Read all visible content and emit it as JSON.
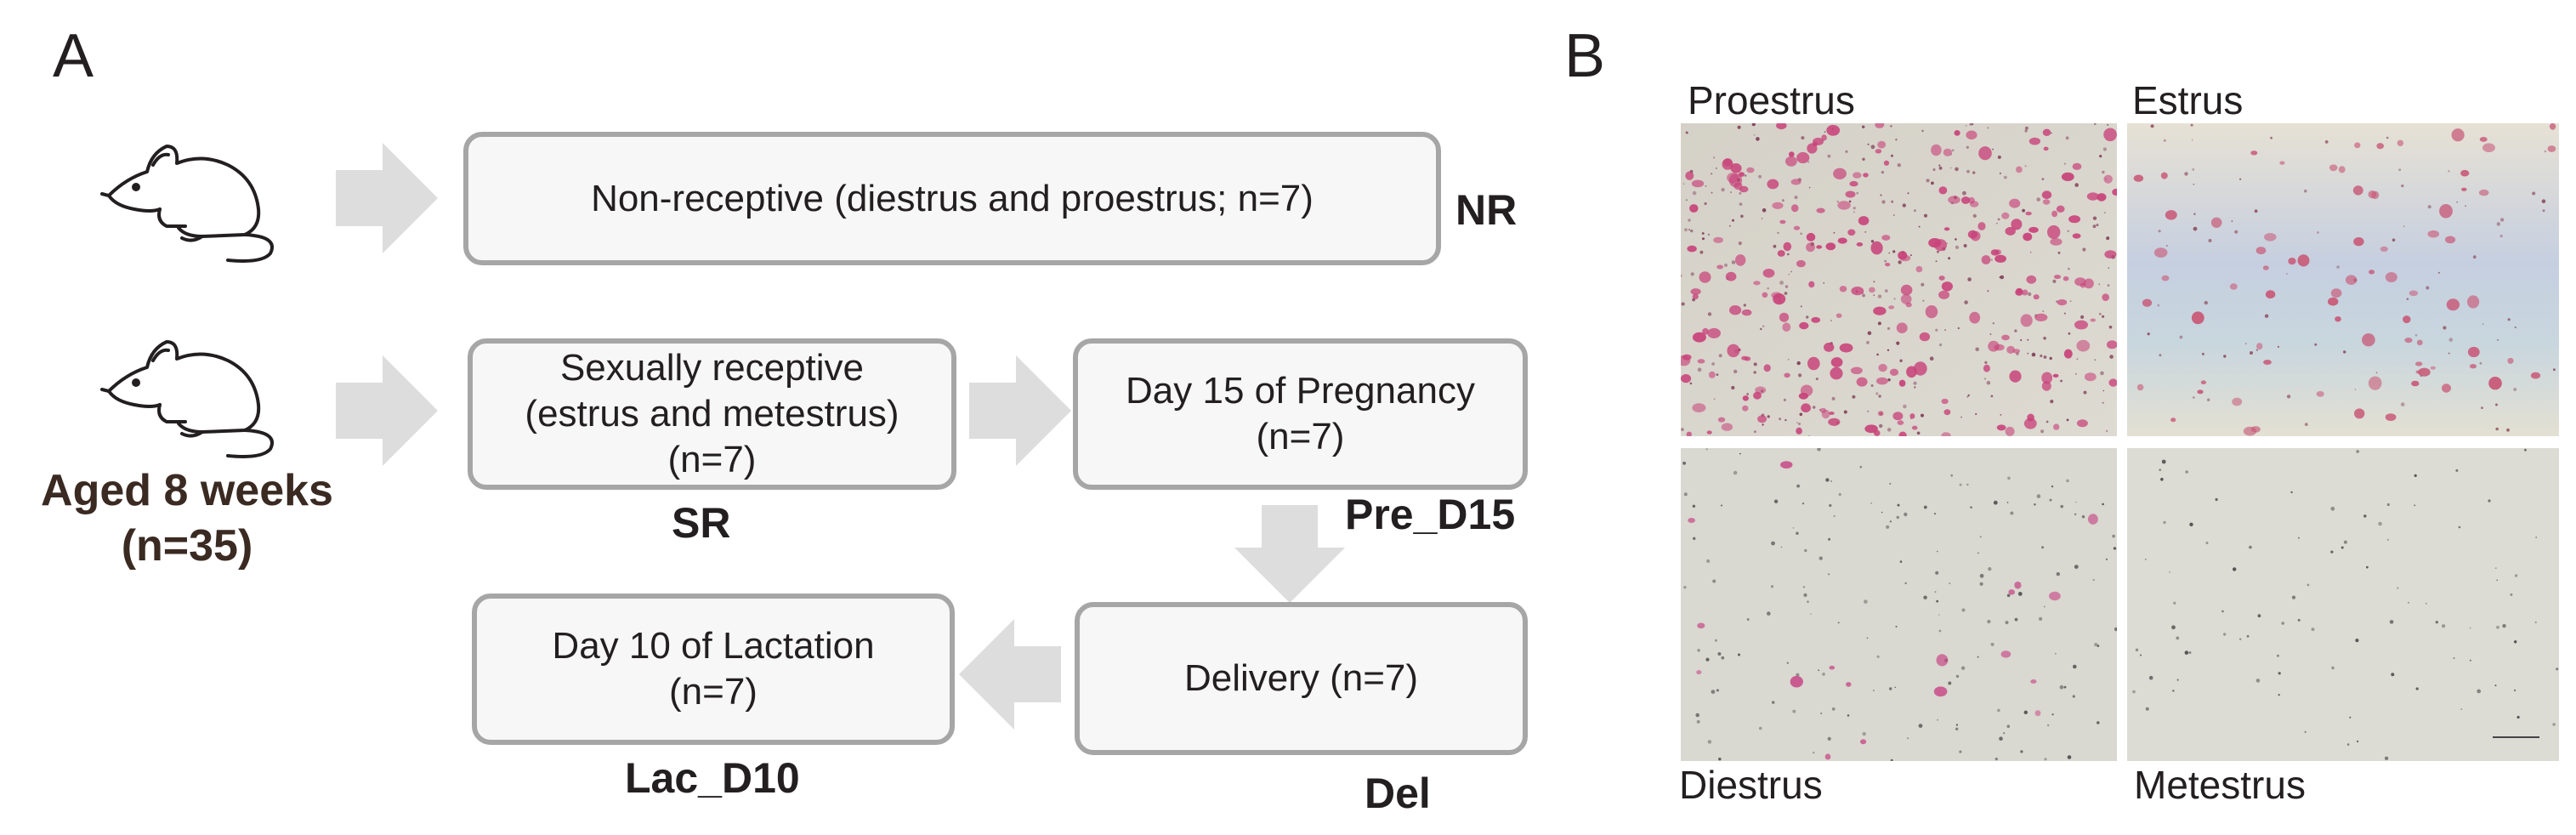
{
  "panel_a": {
    "letter": "A",
    "mouse_icon": "mouse-icon",
    "group": {
      "line1": "Aged 8 weeks",
      "line2": "(n=35)"
    },
    "boxes": {
      "nr": {
        "lines": [
          "Non-receptive (diestrus and proestrus; n=7)"
        ],
        "tag": "NR"
      },
      "sr": {
        "lines": [
          "Sexually receptive",
          "(estrus and metestrus)",
          "(n=7)"
        ],
        "tag": "SR"
      },
      "pre": {
        "lines": [
          "Day 15 of Pregnancy",
          "(n=7)"
        ],
        "tag": "Pre_D15"
      },
      "del": {
        "lines": [
          "Delivery (n=7)"
        ],
        "tag": "Del"
      },
      "lac": {
        "lines": [
          "Day 10 of Lactation",
          "(n=7)"
        ],
        "tag": "Lac_D10"
      }
    }
  },
  "panel_b": {
    "letter": "B",
    "photos": {
      "proestrus": "Proestrus",
      "estrus": "Estrus",
      "diestrus": "Diestrus",
      "metestrus": "Metestrus"
    }
  },
  "colors": {
    "arrow": "#dcdddc",
    "box_border": "#a6a6a6",
    "box_fill": "#f6f7f6",
    "stain": "#c8437a"
  }
}
